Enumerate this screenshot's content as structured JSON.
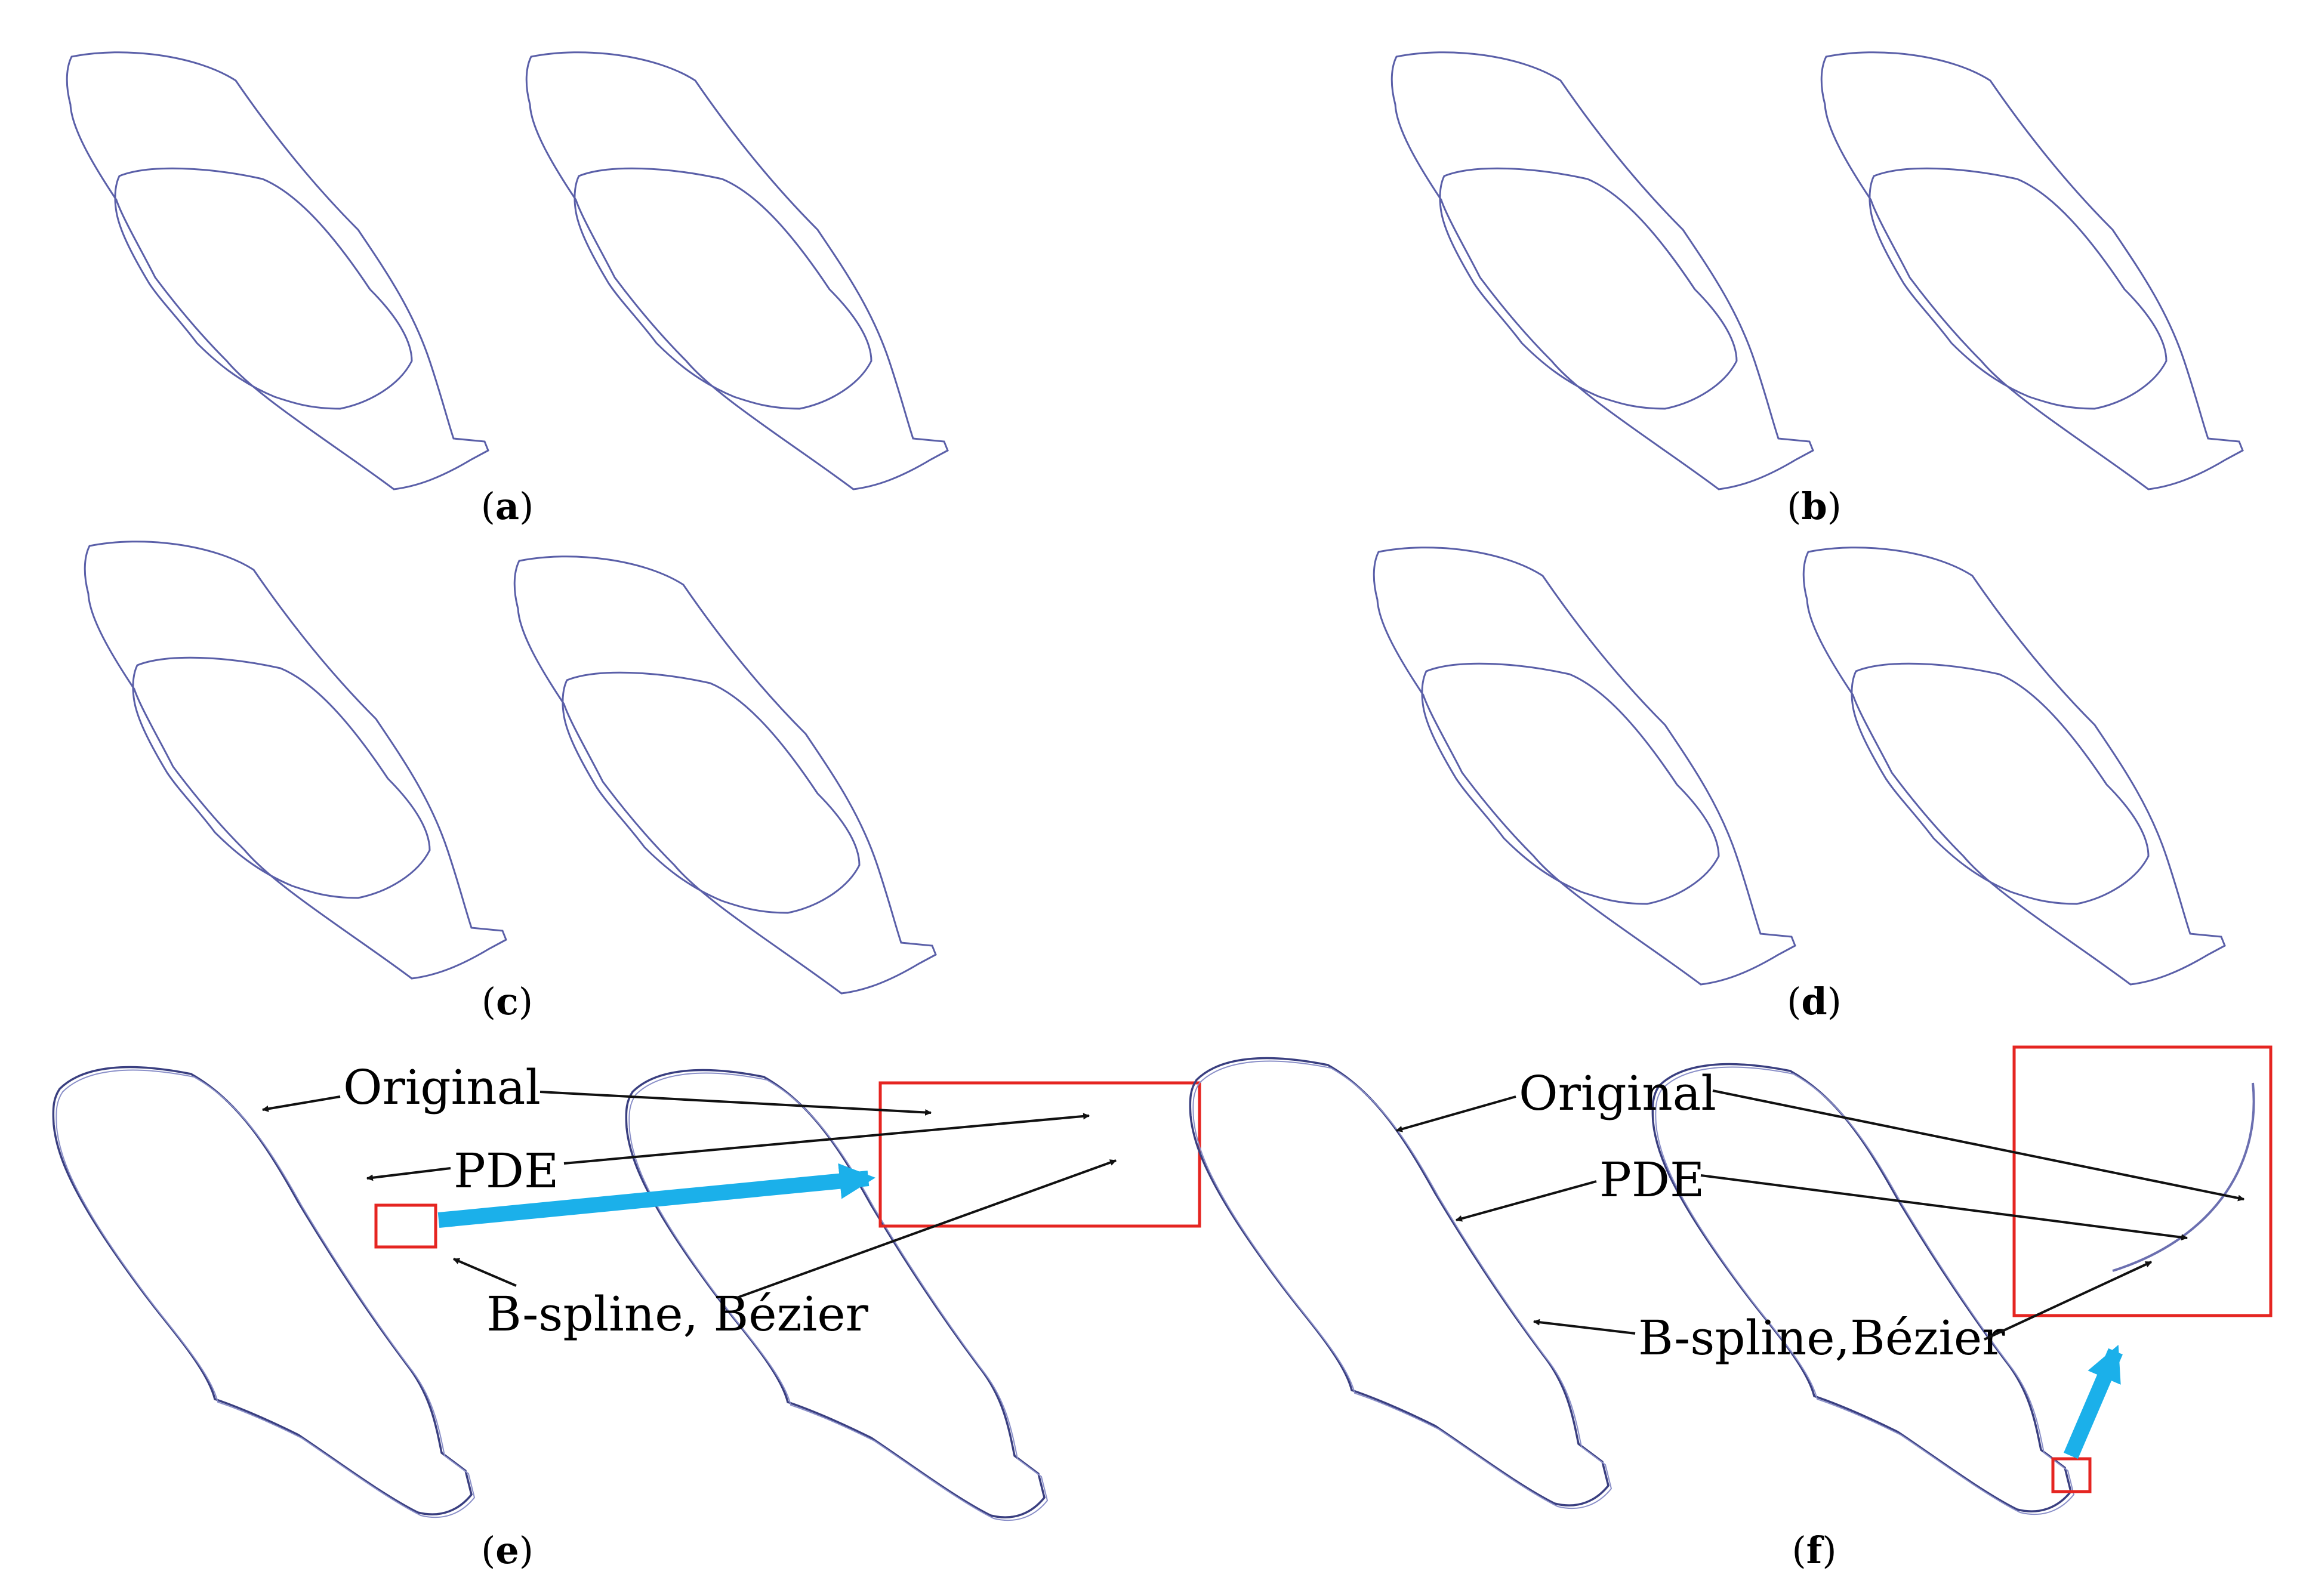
{
  "panels": [
    {
      "id": "a",
      "label": "a"
    },
    {
      "id": "b",
      "label": "b"
    },
    {
      "id": "c",
      "label": "c"
    },
    {
      "id": "d",
      "label": "d"
    },
    {
      "id": "e",
      "label": "e"
    },
    {
      "id": "f",
      "label": "f"
    }
  ],
  "annotations": {
    "e": {
      "original": "Original",
      "pde": "PDE",
      "bspline": "B-spline, Bézier"
    },
    "f": {
      "original": "Original",
      "pde": "PDE",
      "bspline": "B-spline,Bézier"
    }
  },
  "colors": {
    "curve": "#5a5fa8",
    "highlight": "#e52521",
    "callout": "#1bb0ea",
    "arrow": "#111111"
  }
}
